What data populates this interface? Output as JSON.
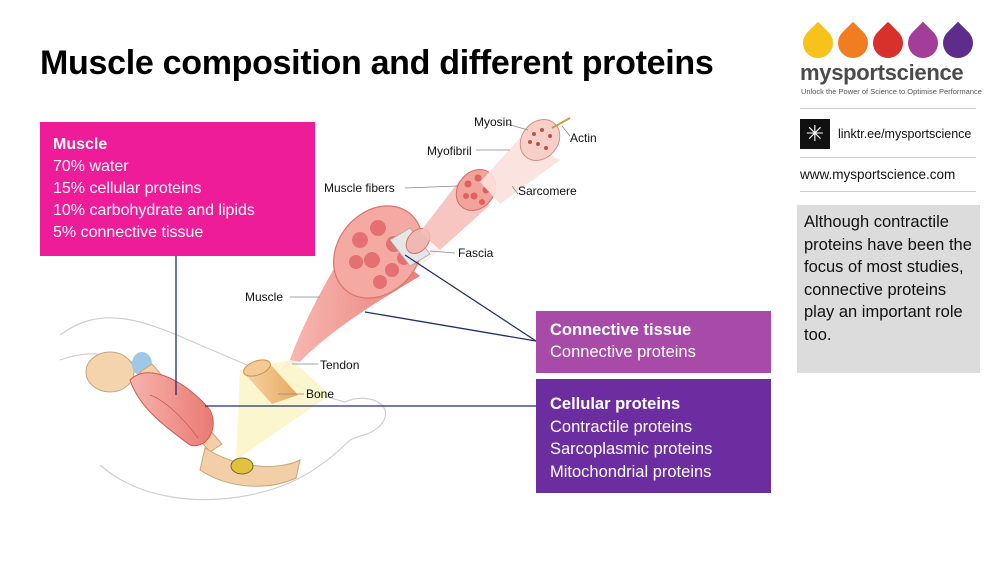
{
  "title": "Muscle composition and different proteins",
  "brand": {
    "name": "mysportscience",
    "tagline": "Unlock the Power of Science to Optimise Performance",
    "dot_colors": [
      "#f7c21b",
      "#f07d22",
      "#d8302a",
      "#a23d9a",
      "#5e2d8c"
    ],
    "linktree_icon": "asterisk-icon",
    "linktree": "linktr.ee/mysportscience",
    "website": "www.mysportscience.com"
  },
  "note": "Although contractile proteins have been the focus of most studies, connective proteins play an important role too.",
  "muscle_box": {
    "heading": "Muscle",
    "lines": [
      "70% water",
      "15% cellular proteins",
      "10% carbohydrate and lipids",
      "5% connective tissue"
    ],
    "color": "#ee1c98"
  },
  "connective_box": {
    "heading": "Connective tissue",
    "lines": [
      "Connective proteins"
    ],
    "color": "#a84aa8"
  },
  "cellular_box": {
    "heading": "Cellular proteins",
    "lines": [
      "Contractile proteins",
      "Sarcoplasmic proteins",
      "Mitochondrial proteins"
    ],
    "color": "#6c2da1"
  },
  "diagram_labels": {
    "myosin": "Myosin",
    "actin": "Actin",
    "myofibril": "Myofibril",
    "muscle_fibers": "Muscle fibers",
    "sarcomere": "Sarcomere",
    "fascia": "Fascia",
    "muscle": "Muscle",
    "tendon": "Tendon",
    "bone": "Bone"
  }
}
